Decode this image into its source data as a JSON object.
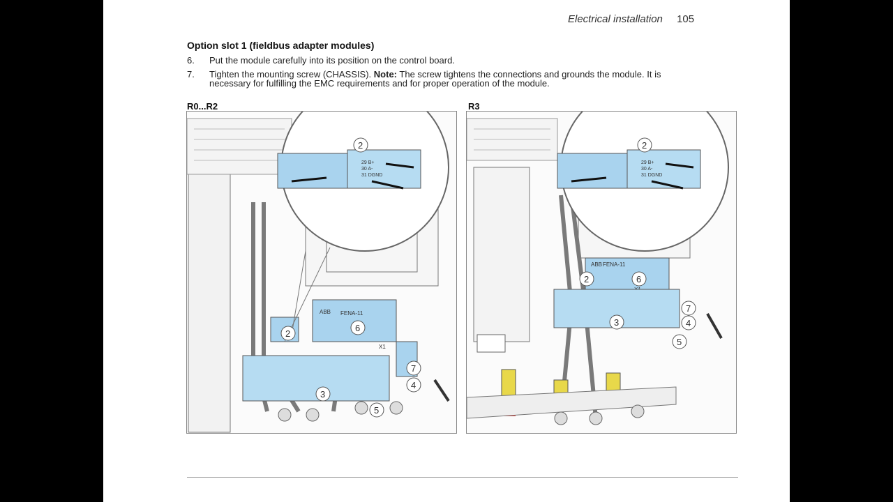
{
  "header": {
    "section": "Electrical installation",
    "page_number": "105"
  },
  "title": "Option slot 1 (fieldbus adapter modules)",
  "steps": [
    {
      "number": "6.",
      "text": "Put the module carefully into its position on the control board."
    },
    {
      "number": "7.",
      "text_before": "Tighten the mounting screw (CHASSIS).",
      "note_label": "Note:",
      "text_after": "The screw tightens the connections and grounds the module. It is necessary for fulfilling the EMC requirements and for proper operation of the module."
    }
  ],
  "figures": [
    {
      "label": "R0...R2",
      "callouts": [
        "2",
        "2",
        "6",
        "7",
        "4",
        "3",
        "5"
      ],
      "module_text": {
        "brand": "ABB",
        "model": "FENA-11",
        "connector": "X1"
      },
      "inset_text": [
        "29 B+",
        "30 A-",
        "31 DGND"
      ]
    },
    {
      "label": "R3",
      "callouts": [
        "2",
        "2",
        "6",
        "7",
        "4",
        "3",
        "5"
      ],
      "module_text": {
        "brand": "ABB",
        "model": "FENA-11",
        "connector": "X1"
      },
      "inset_text": [
        "29 B+",
        "30 A-",
        "31 DGND"
      ]
    }
  ],
  "colors": {
    "module_blue": "#a9d3ee",
    "cable_gray": "#7a7a7a",
    "ferrite_yellow": "#e8d84a",
    "terminal_red": "#d9403a"
  }
}
